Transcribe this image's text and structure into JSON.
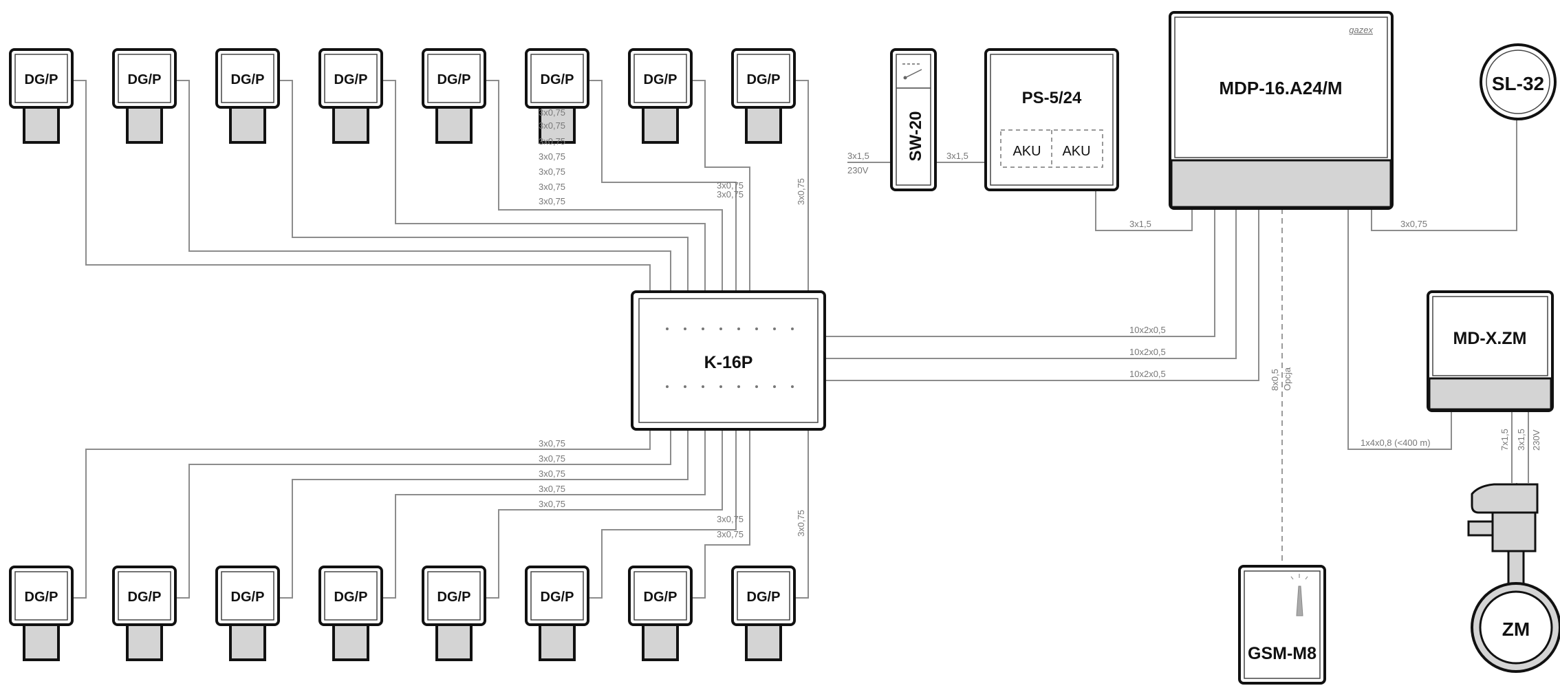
{
  "detector_label": "DG/P",
  "devices": {
    "junction_box": "K-16P",
    "switch": "SW-20",
    "power_supply": "PS-5/24",
    "battery": "AKU",
    "controller": "MDP-16.A24/M",
    "controller_brand": "gazex",
    "signaller": "SL-32",
    "valve_module": "MD-X.ZM",
    "gsm_module": "GSM-M8",
    "valve": "ZM"
  },
  "cables": {
    "detector": "3x0,75",
    "mains_in": "3x1,5",
    "mains_voltage": "230V",
    "switch_to_psu": "3x1,5",
    "psu_to_controller": "3x1,5",
    "controller_to_signaller": "3x0,75",
    "bus": "10x2x0,5",
    "gsm_cable": "8x0,5",
    "gsm_option": "Opcja",
    "valve_module_cable": "1x4x0,8 (<400 m)",
    "valve_cable": "7x1,5",
    "valve_power_cable": "3x1,5",
    "valve_power_voltage": "230V"
  }
}
